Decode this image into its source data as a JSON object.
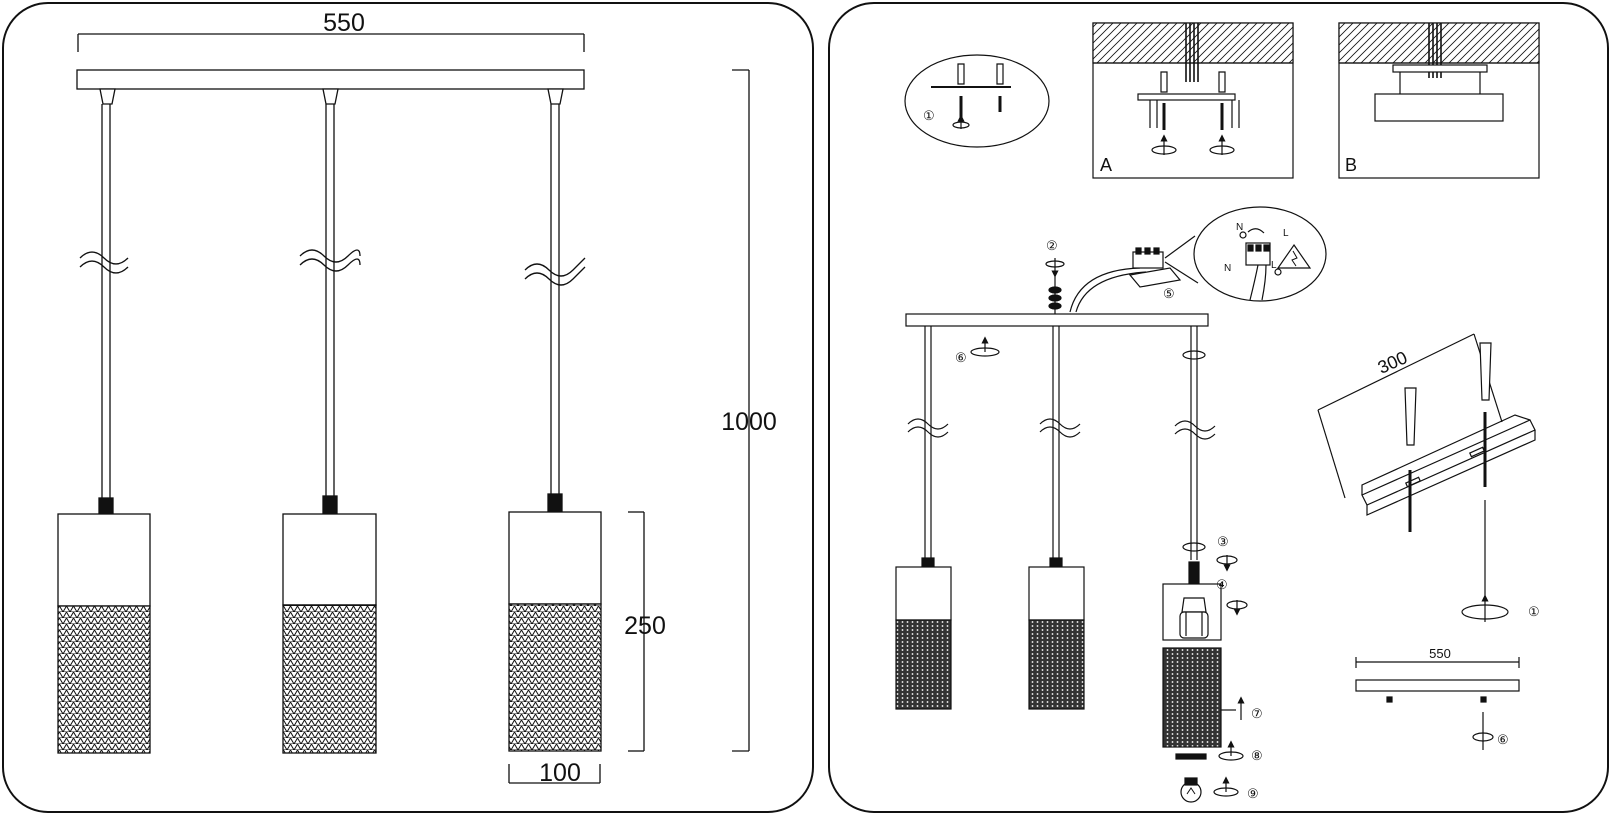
{
  "left": {
    "dim_width": "550",
    "dim_height": "1000",
    "dim_shade_height": "250",
    "dim_shade_width": "100"
  },
  "right": {
    "detail_A": "A",
    "detail_B": "B",
    "dim_rail": "300",
    "dim_plate": "550",
    "wire_N_top": "N",
    "wire_L_top": "L",
    "wire_N_bottom": "N",
    "wire_L_bottom": "L",
    "steps": {
      "s1a": "①",
      "s1b": "①",
      "s2": "②",
      "s3": "③",
      "s4": "④",
      "s5": "⑤",
      "s6a": "⑥",
      "s6b": "⑥",
      "s7": "⑦",
      "s8": "⑧",
      "s9": "⑨"
    }
  }
}
